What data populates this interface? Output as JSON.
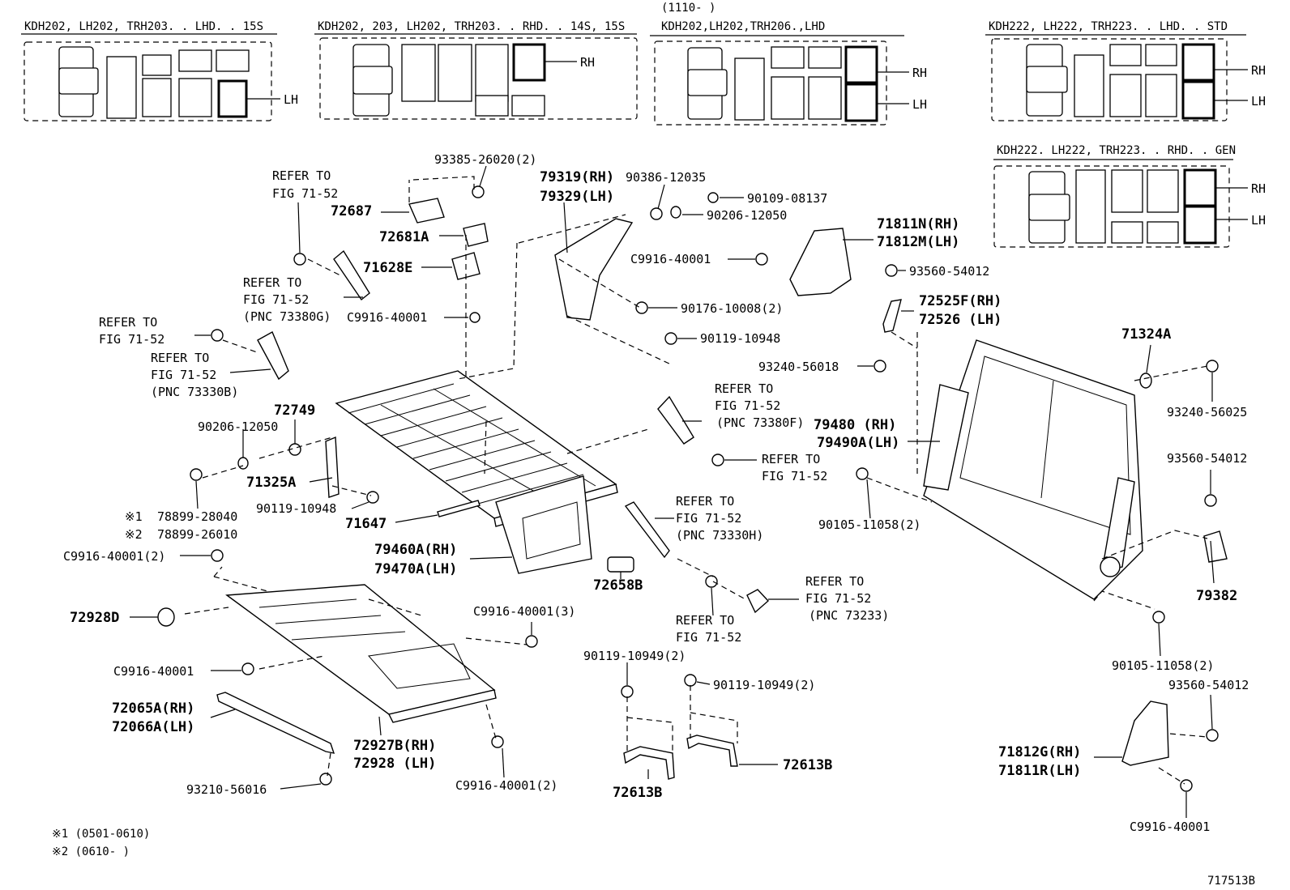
{
  "layouts": [
    {
      "title": "KDH202, LH202, TRH203. . LHD. . 15S",
      "markers": [
        "LH"
      ]
    },
    {
      "title": "KDH202, 203, LH202, TRH203. . RHD. . 14S, 15S",
      "markers": [
        "RH"
      ]
    },
    {
      "title": "KDH202,LH202,TRH206.,LHD",
      "date": "(1110-     )",
      "markers": [
        "RH",
        "LH"
      ]
    },
    {
      "title": "KDH222, LH222, TRH223. . LHD. . STD",
      "markers": [
        "RH",
        "LH"
      ]
    },
    {
      "title": "KDH222. LH222, TRH223. . RHD. . GEN",
      "markers": [
        "RH",
        "LH"
      ]
    }
  ],
  "parts": {
    "p93385": "93385-26020(2)",
    "p72687": "72687",
    "p72681A": "72681A",
    "p71628E": "71628E",
    "p79319": "79319(RH)",
    "p79329": "79329(LH)",
    "p90386": "90386-12035",
    "p90109": "90109-08137",
    "p90206a": "90206-12050",
    "p71811N": "71811N(RH)",
    "p71812M": "71812M(LH)",
    "pC9916a": "C9916-40001",
    "p93560a": "93560-54012",
    "pC9916b": "C9916-40001",
    "p90176": "90176-10008(2)",
    "p72525F": "72525F(RH)",
    "p72526": "72526 (LH)",
    "p90119a": "90119-10948",
    "p93240a": "93240-56018",
    "p71324A": "71324A",
    "p93240b": "93240-56025",
    "p72749": "72749",
    "p90206b": "90206-12050",
    "p79480": "79480 (RH)",
    "p79490A": "79490A(LH)",
    "p71325A": "71325A",
    "p90119b": "90119-10948",
    "p71647": "71647",
    "p78899a": "78899-28040",
    "p78899b": "78899-26010",
    "p90105a": "90105-11058(2)",
    "p93560b": "93560-54012",
    "pC9916c": "C9916-40001(2)",
    "p79460A": "79460A(RH)",
    "p79470A": "79470A(LH)",
    "p72658B": "72658B",
    "p79382": "79382",
    "p72928D": "72928D",
    "pC9916d": "C9916-40001(3)",
    "pC9916e": "C9916-40001",
    "p90119c": "90119-10949(2)",
    "p90119d": "90119-10949(2)",
    "p90105b": "90105-11058(2)",
    "p93560c": "93560-54012",
    "p72065A": "72065A(RH)",
    "p72066A": "72066A(LH)",
    "p72927B": "72927B(RH)",
    "p72928": "72928 (LH)",
    "p72613Ba": "72613B",
    "p72613Bb": "72613B",
    "p71812G": "71812G(RH)",
    "p71811R": "71811R(LH)",
    "pC9916f": "C9916-40001(2)",
    "p93210": "93210-56016",
    "pC9916g": "C9916-40001"
  },
  "refs": {
    "r1a": "REFER TO",
    "r1b": "FIG 71-52",
    "r2a": "REFER TO",
    "r2b": "FIG 71-52",
    "r2c": "(PNC 73380G)",
    "r3a": "REFER TO",
    "r3b": "FIG 71-52",
    "r4a": "REFER TO",
    "r4b": "FIG 71-52",
    "r4c": "(PNC 73330B)",
    "r5a": "REFER TO",
    "r5b": "FIG 71-52",
    "r5c": "(PNC 73380F)",
    "r6a": "REFER TO",
    "r6b": "FIG 71-52",
    "r7a": "REFER TO",
    "r7b": "FIG 71-52",
    "r7c": "(PNC 73330H)",
    "r8a": "REFER TO",
    "r8b": "FIG 71-52",
    "r8c": "(PNC 73233)",
    "r9a": "REFER TO",
    "r9b": "FIG 71-52"
  },
  "notes": {
    "n1mark": "※1",
    "n1": "78899-28040",
    "n2mark": "※2",
    "n2": "78899-26010",
    "foot1": "※1 (0501-0610)",
    "foot2": "※2 (0610-     )"
  },
  "diagram_id": "717513B"
}
